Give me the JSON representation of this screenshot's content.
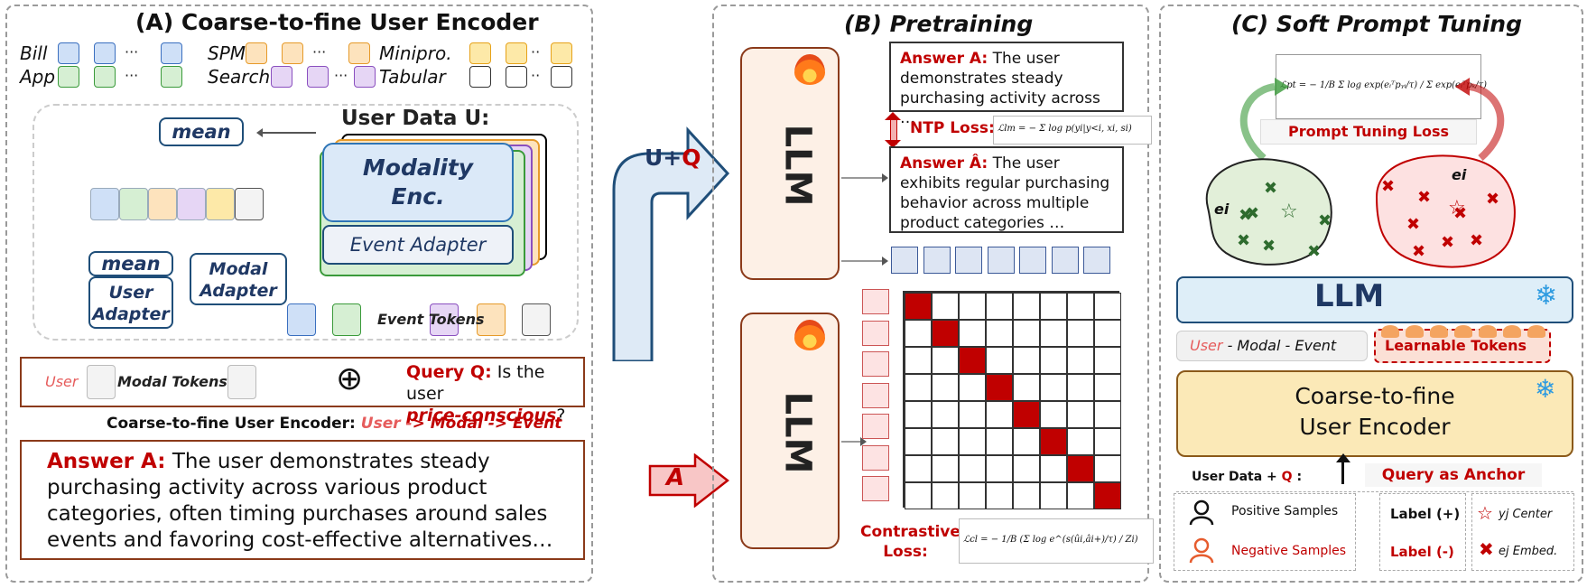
{
  "panelA": {
    "title": "(A) Coarse-to-fine User Encoder",
    "modalities": {
      "bill": "Bill",
      "app": "App",
      "spm": "SPM",
      "search": "Search",
      "minipro": "Minipro.",
      "tabular": "Tabular"
    },
    "dots": "···",
    "dots_short": "··",
    "user_data": "User Data U:",
    "modality_enc": "Modality Enc.",
    "event_adapter": "Event Adapter",
    "event_tokens": "Event Tokens",
    "mean_top": "mean",
    "mean_left": "mean",
    "user_adapter": "User Adapter",
    "modal_adapter": "Modal Adapter",
    "user_token": "User",
    "modal_tokens": "Modal Tokens",
    "plus": "⊕",
    "query_prefix": "Query Q:",
    "query_text": "Is the user",
    "query_highlight": "price-conscious",
    "query_end": "?",
    "encoder_caption_prefix": "Coarse-to-fine User Encoder:",
    "encoder_caption_user": "User -",
    "encoder_caption_rest": "> Modal -> Event",
    "answer_prefix": "Answer A:",
    "answer_text": "The user demonstrates steady purchasing activity across various product categories, often timing purchases around sales events and favoring cost-effective alternatives…"
  },
  "arrows": {
    "uq_u": "U+",
    "uq_q": "Q",
    "a": "A"
  },
  "panelB": {
    "title": "(B) Pretraining",
    "llm_top": "LLM",
    "llm_bottom": "LLM",
    "answer1_prefix": "Answer A:",
    "answer1_text": "The user demonstrates steady purchasing activity across …",
    "ntp_loss": "NTP Loss:",
    "ntp_formula": "ℒlm = − Σ log p(yi|y<i, xi, si)",
    "answer2_prefix": "Answer Â:",
    "answer2_text": "The user exhibits regular purchasing behavior across multiple product categories …",
    "contrastive_loss": "Contrastive Loss:",
    "cl_formula": "ℒcl = − 1/B (Σ log e^(s(ûi,âi+)/τ) / Zi)"
  },
  "panelC": {
    "title": "(C) Soft Prompt Tuning",
    "pt_formula": "ℒpt = − 1/B Σ log exp(eᵢᵀpᵧᵢ/τ) / Σ exp(eᵢᵀpₖ/τ)",
    "prompt_tuning_loss": "Prompt Tuning Loss",
    "ei_left": "ei",
    "ei_right": "ei",
    "llm": "LLM",
    "user_modal_event_user": "User",
    "user_modal_event_rest": "- Modal - Event",
    "learnable_tokens": "Learnable Tokens",
    "encoder_line1": "Coarse-to-fine",
    "encoder_line2": "User Encoder",
    "user_data_q_prefix": "User Data +",
    "user_data_q_q": "Q",
    "user_data_q_colon": ":",
    "query_anchor": "Query as Anchor",
    "positive_samples": "Positive Samples",
    "negative_samples": "Negative Samples",
    "label_pos": "Label (+)",
    "label_neg": "Label (-)",
    "yj_center": "yj Center",
    "ej_embed": "ej Embed."
  },
  "colors": {
    "accent_red": "#c00000",
    "dark_blue": "#1f3864",
    "llm_fill": "#fdf0e6",
    "bottom_llm_fill": "#deeef8",
    "encoder_fill": "#fbe9b7",
    "green_cluster": "#e2efd9",
    "red_cluster": "#fde1e1"
  }
}
